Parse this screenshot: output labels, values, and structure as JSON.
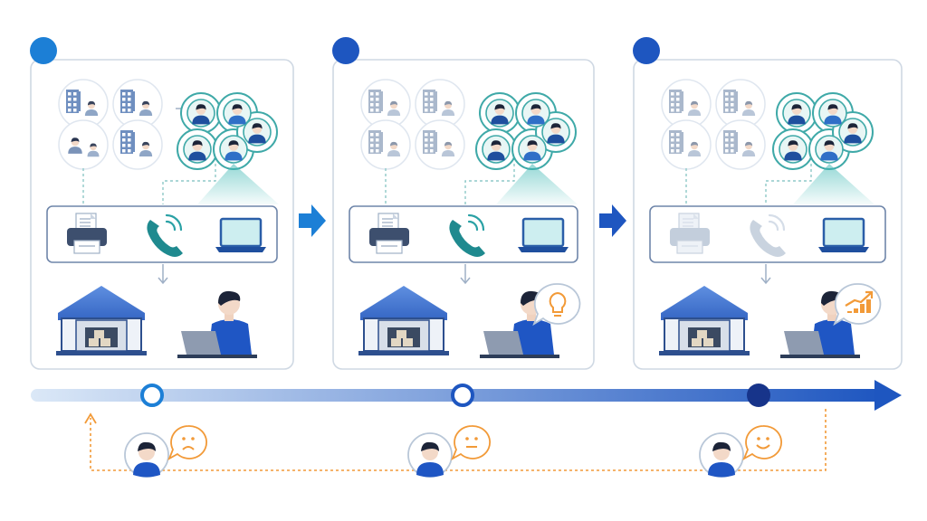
{
  "diagram": {
    "stages": [
      {
        "id": "stage-1",
        "marker": "filled",
        "channels": [
          "printer",
          "phone",
          "laptop"
        ],
        "channels_faded": false,
        "insight": "none",
        "timeline_node": "hollow"
      },
      {
        "id": "stage-2",
        "marker": "filled",
        "channels": [
          "printer",
          "phone",
          "laptop"
        ],
        "channels_faded": false,
        "insight": "lightbulb",
        "timeline_node": "hollow"
      },
      {
        "id": "stage-3",
        "marker": "filled",
        "channels": [
          "printer",
          "phone",
          "laptop"
        ],
        "channels_faded": true,
        "insight": "growth-chart",
        "timeline_node": "filled"
      }
    ],
    "customer_moods": [
      "frown",
      "neutral",
      "smile"
    ],
    "colors": {
      "primary": "#1e56c0",
      "accent": "#1c7fd6",
      "teal": "#3fa9a8",
      "orange": "#f29a38",
      "border": "#cfd8e3",
      "faded": "#9aaac0"
    }
  }
}
